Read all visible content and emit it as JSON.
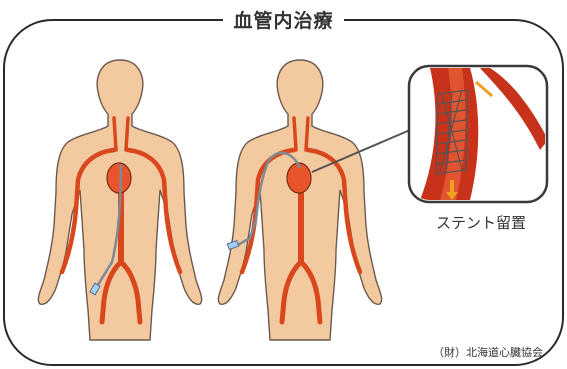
{
  "title": "血管内治療",
  "inset_caption": "ステント留置",
  "credit": "（財）北海道心臓協会",
  "colors": {
    "skin": "#f3c9a0",
    "skin_outline": "#6a5a4e",
    "vessel": "#d9481c",
    "catheter": "#7f8a94",
    "frame": "#2a2a2a",
    "heart": "#e8542b"
  }
}
